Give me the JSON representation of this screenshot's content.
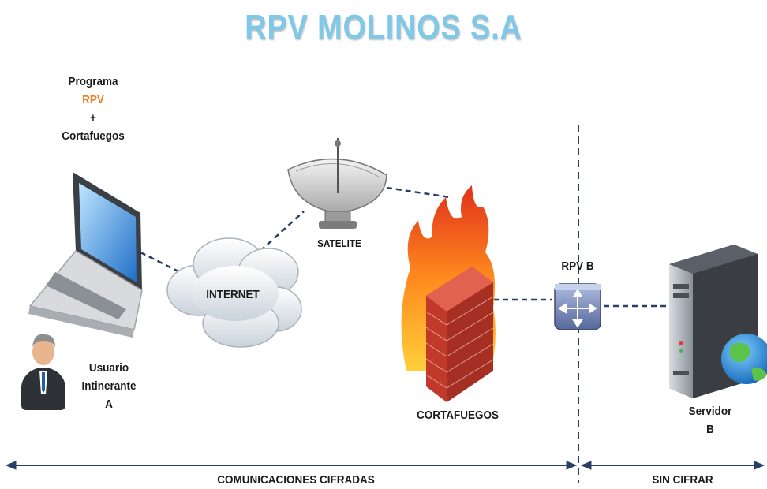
{
  "title": "RPV MOLINOS S.A",
  "program_label": {
    "line1": "Programa",
    "line2": "RPV",
    "line3": "+",
    "line4": "Cortafuegos"
  },
  "user_label": {
    "line1": "Usuario",
    "line2": "Intinerante",
    "line3": "A"
  },
  "internet_label": "INTERNET",
  "satellite_label": "SATELITE",
  "firewall_label": "CORTAFUEGOS",
  "vpn_label": "RPV B",
  "server_label": {
    "line1": "Servidor",
    "line2": "B"
  },
  "bottom": {
    "encrypted": "COMUNICACIONES CIFRADAS",
    "unencrypted": "SIN CIFRAR"
  },
  "colors": {
    "title": "#7fc8e8",
    "accent_orange": "#f07d1a",
    "link": "#2a3f66",
    "brick": "#c0392b"
  }
}
